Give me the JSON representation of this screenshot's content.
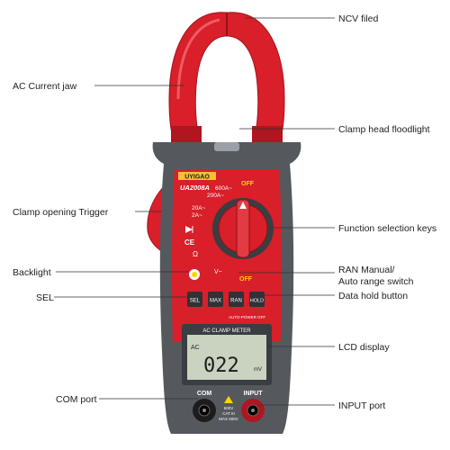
{
  "device": {
    "brand": "UYIGAO",
    "model": "UA2008A",
    "ranges": {
      "r600a": "600A~",
      "r200a": "200A~",
      "r20a": "20A~",
      "r2a": "2A~",
      "off_top": "OFF",
      "off_bottom": "OFF",
      "v": "V~",
      "ohm": "Ω"
    },
    "buttons": {
      "sel": "SEL",
      "max": "MAX",
      "ran": "RAN",
      "hold": "HOLD"
    },
    "auto_power_off": "AUTO-POWER OFF",
    "lcd_title": "AC CLAMP METER",
    "lcd_reading": "022",
    "lcd_unit": "mV",
    "lcd_mode": "AC",
    "ports": {
      "com_label": "COM",
      "input_label": "INPUT",
      "rating": "600V",
      "cat": "CAT III",
      "max": "MAX 600V"
    }
  },
  "callouts": {
    "ncv": "NCV filed",
    "ac_jaw": "AC Current jaw",
    "floodlight": "Clamp head floodlight",
    "trigger": "Clamp opening Trigger",
    "function_keys": "Function selection keys",
    "backlight": "Backlight",
    "ran_line1": "RAN Manual/",
    "ran_line2": "Auto range switch",
    "sel": "SEL",
    "hold": "Data hold button",
    "lcd": "LCD display",
    "com": "COM port",
    "input": "INPUT port"
  },
  "colors": {
    "red": "#d81f2a",
    "dark_red": "#a3141d",
    "gray": "#55595e",
    "dark_gray": "#3a3d41",
    "lcd": "#c9d3c0"
  }
}
